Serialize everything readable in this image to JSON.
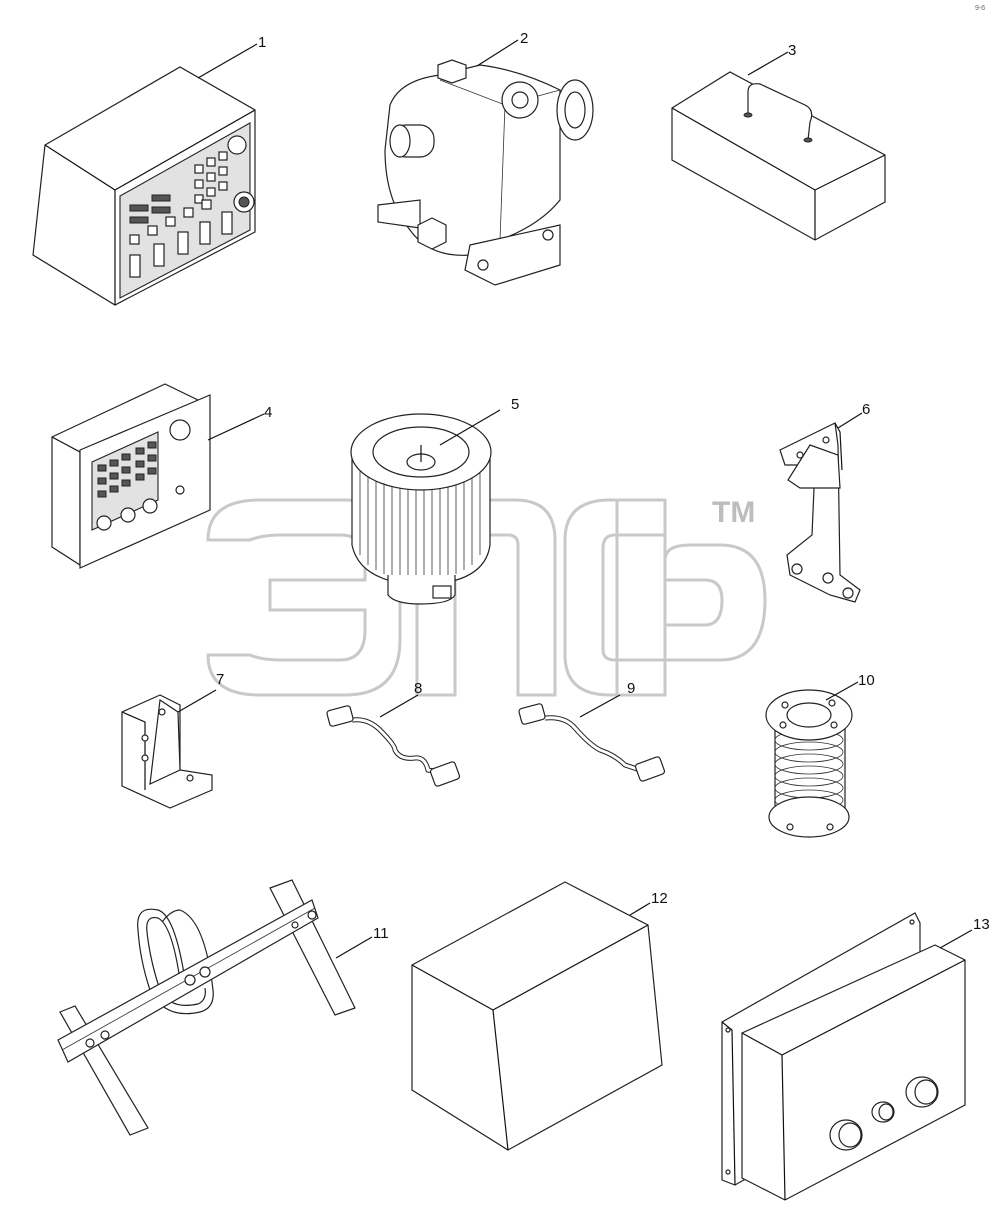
{
  "sheet_ref": "9-6",
  "watermark": {
    "trademark": "TM"
  },
  "callouts": [
    {
      "id": "1",
      "text": "1"
    },
    {
      "id": "2",
      "text": "2"
    },
    {
      "id": "3",
      "text": "3"
    },
    {
      "id": "4",
      "text": "4"
    },
    {
      "id": "5",
      "text": "5"
    },
    {
      "id": "6",
      "text": "6"
    },
    {
      "id": "7",
      "text": "7"
    },
    {
      "id": "8",
      "text": "8"
    },
    {
      "id": "9",
      "text": "9"
    },
    {
      "id": "10",
      "text": "10"
    },
    {
      "id": "11",
      "text": "11"
    },
    {
      "id": "12",
      "text": "12"
    },
    {
      "id": "13",
      "text": "13"
    }
  ]
}
